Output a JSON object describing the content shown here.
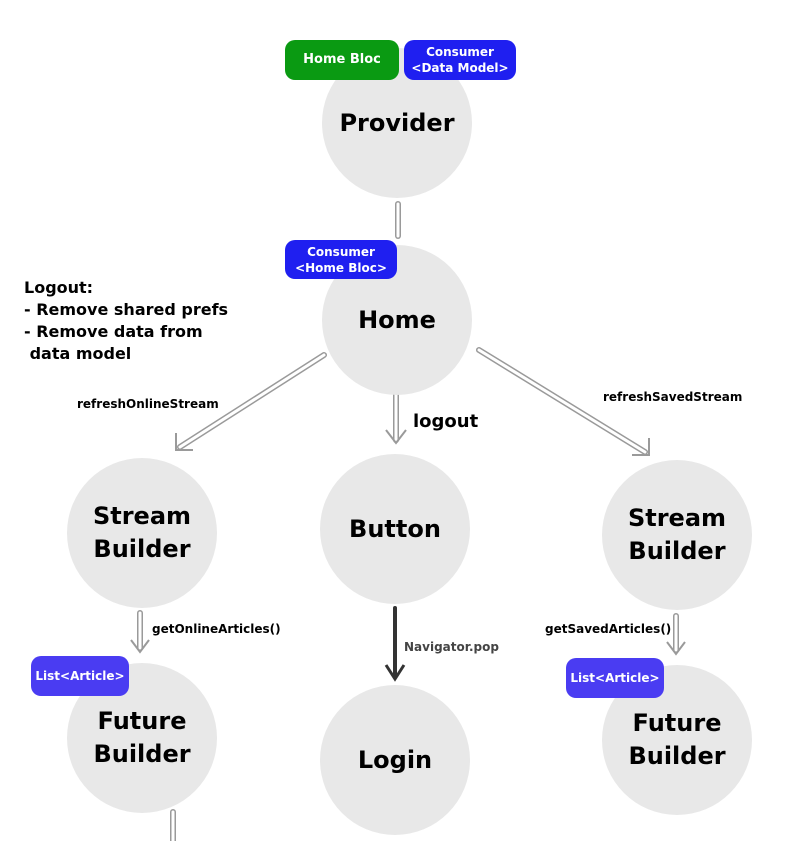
{
  "nodes": {
    "provider": "Provider",
    "home": "Home",
    "stream_builder_left": "Stream\nBuilder",
    "button": "Button",
    "stream_builder_right": "Stream\nBuilder",
    "future_builder_left": "Future\nBuilder",
    "login": "Login",
    "future_builder_right": "Future\nBuilder"
  },
  "badges": {
    "home_bloc": "Home Bloc",
    "consumer_data_model": "Consumer\n<Data Model>",
    "consumer_home_bloc": "Consumer\n<Home Bloc>",
    "list_article_left": "List<Article>",
    "list_article_right": "List<Article>"
  },
  "edge_labels": {
    "refresh_online_stream": "refreshOnlineStream",
    "logout": "logout",
    "refresh_saved_stream": "refreshSavedStream",
    "get_online_articles": "getOnlineArticles()",
    "navigator_pop": "Navigator.pop",
    "get_saved_articles": "getSavedArticles()"
  },
  "note": "Logout:\n- Remove shared prefs\n- Remove data from\n data model",
  "colors": {
    "node_fill": "#e8e8e8",
    "badge_green": "#0a9a12",
    "badge_blue": "#1f1ff0",
    "badge_violet": "#4a3cf2",
    "arrow_outline": "#999999",
    "arrow_solid": "#333333"
  }
}
